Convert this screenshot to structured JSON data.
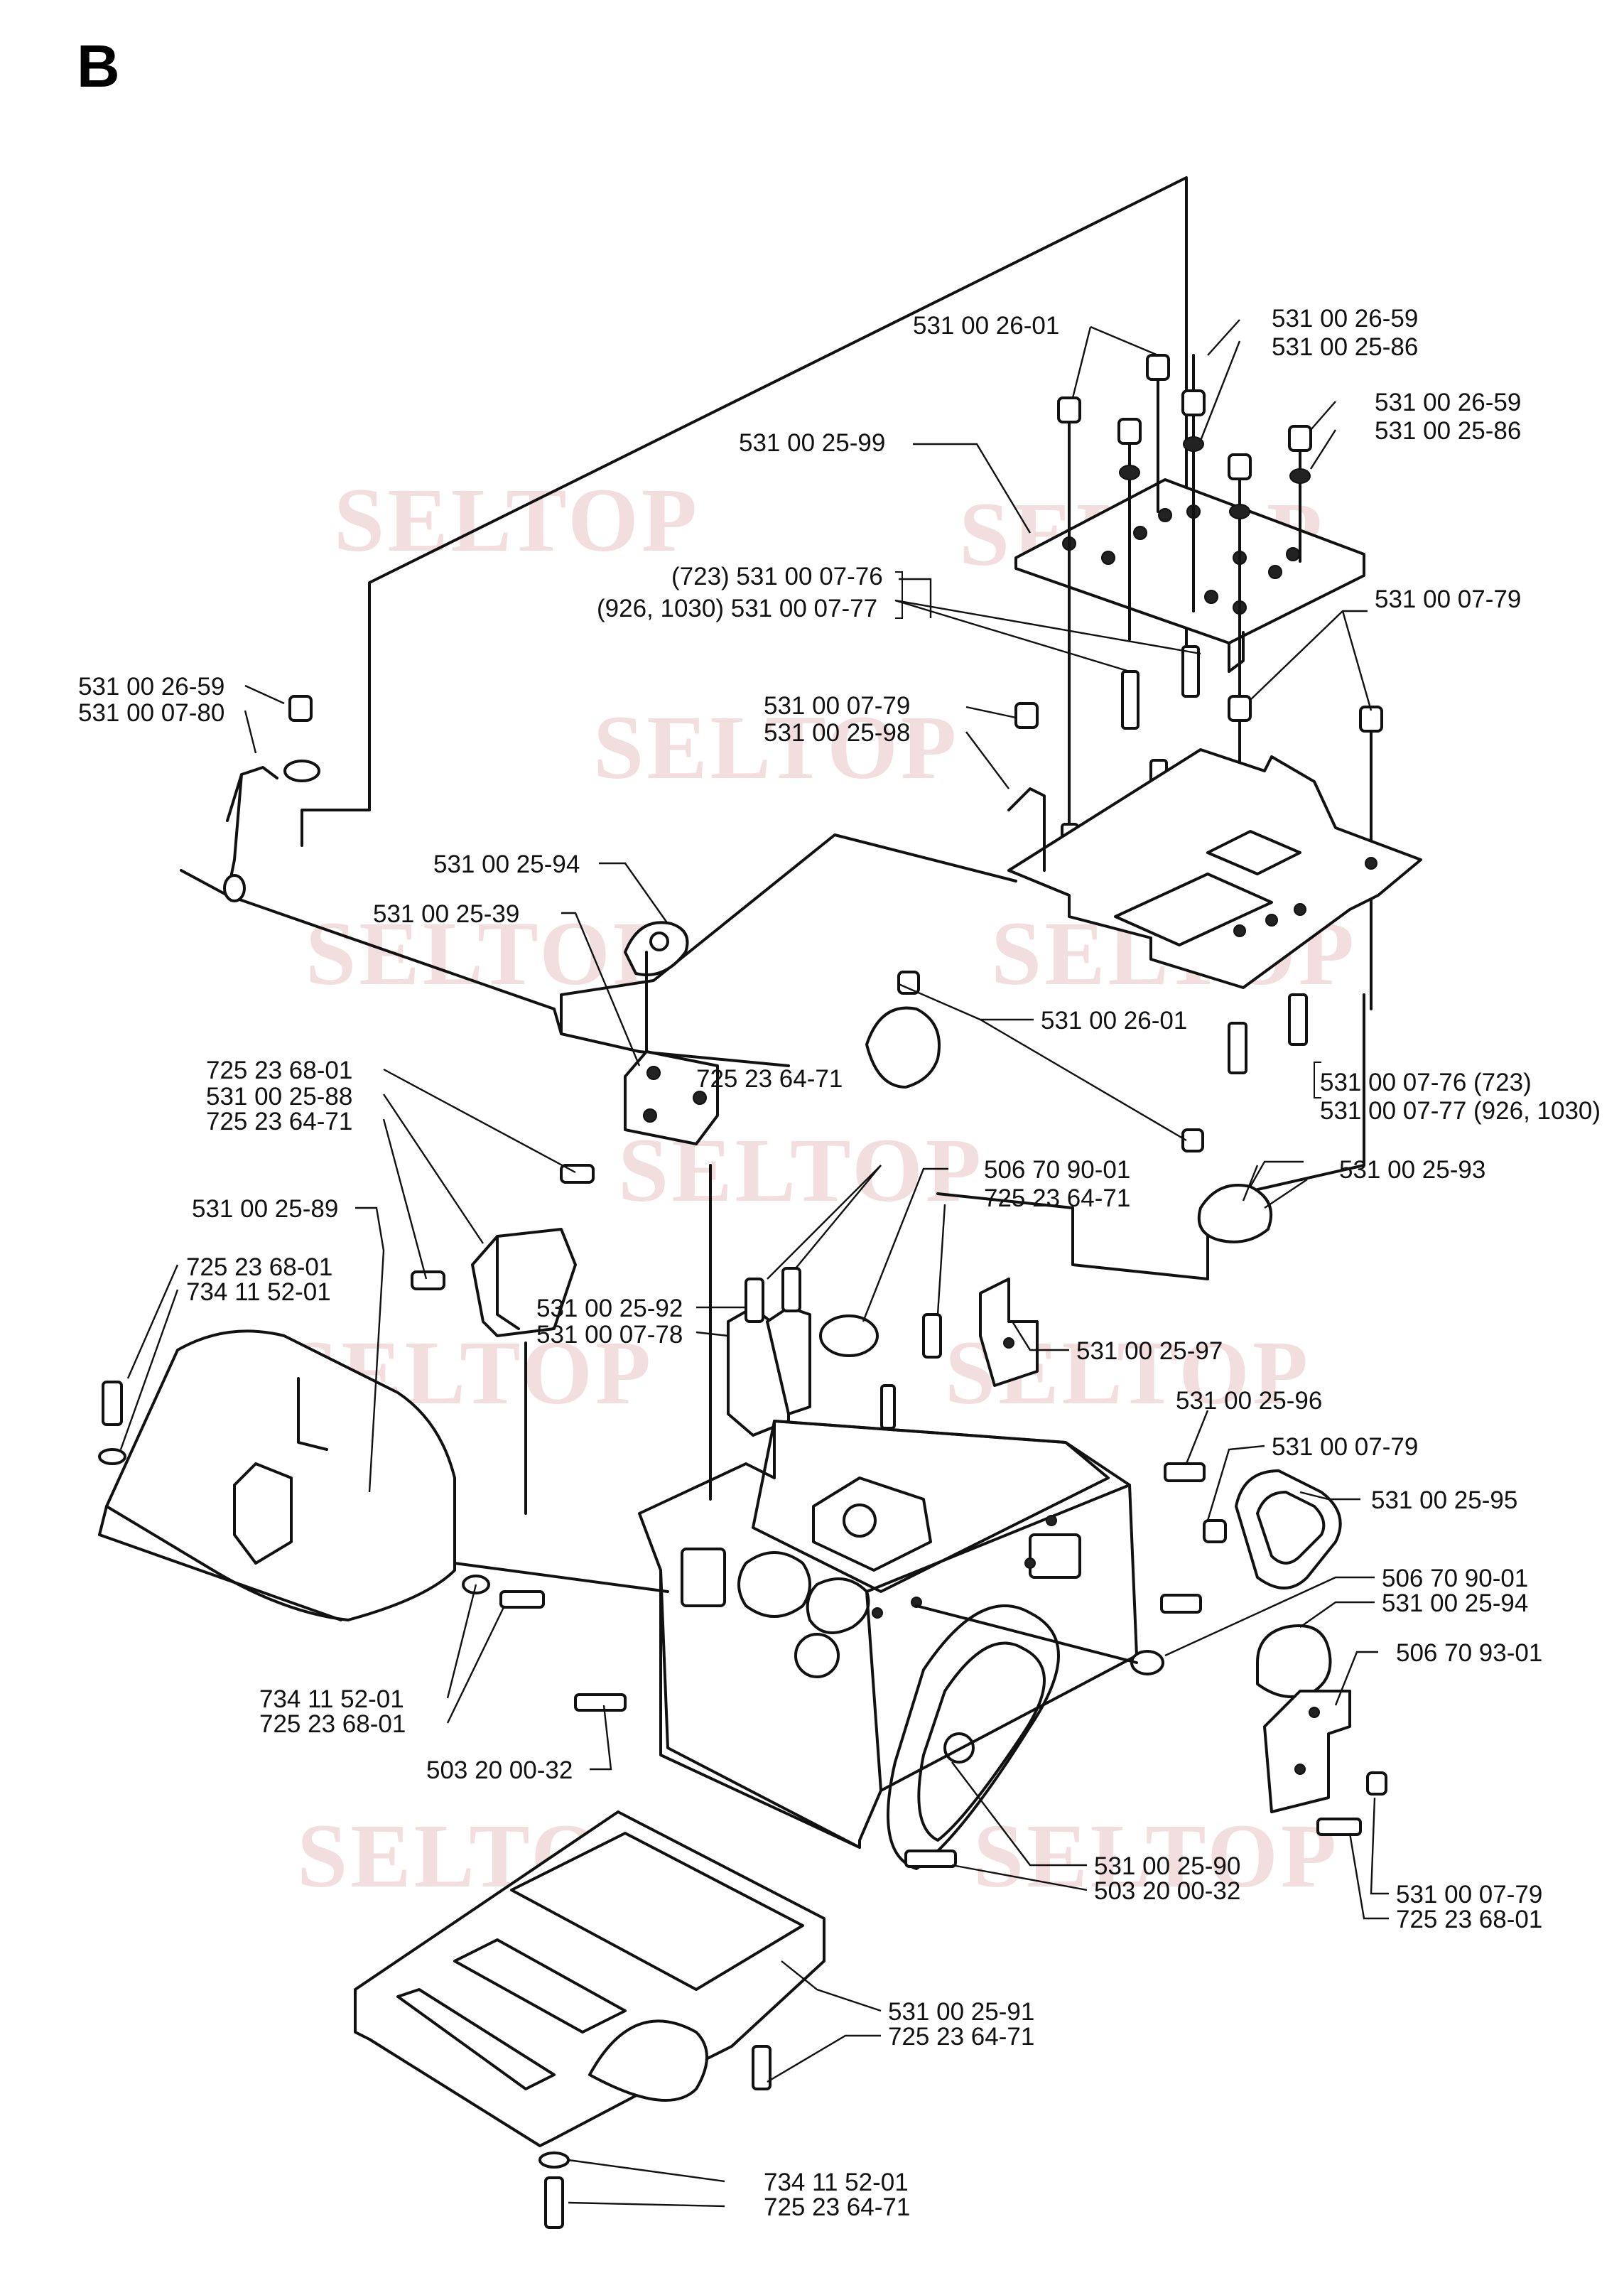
{
  "section_letter": "B",
  "watermark": "SELTOP",
  "labels": {
    "l01": "531 00 26-01",
    "l02": "531 00 26-59",
    "l03": "531 00 25-86",
    "l04": "531 00 26-59",
    "l05": "531 00 25-86",
    "l06": "531 00 25-99",
    "l07": "(723) 531 00 07-76",
    "l08": "(926, 1030) 531 00 07-77",
    "l09": "531 00 07-79",
    "l10": "531 00 26-59",
    "l11": "531 00 07-80",
    "l12": "531 00 07-79",
    "l13": "531 00 25-98",
    "l14": "531 00 25-94",
    "l15": "531 00 25-39",
    "l16": "531 00 26-01",
    "l17": "725 23 68-01",
    "l18": "531 00 25-88",
    "l19": "725 23 64-71",
    "l20": "725 23 64-71",
    "l21": "531 00 07-76 (723)",
    "l22": "531 00 07-77 (926, 1030)",
    "l23": "531 00 25-93",
    "l24": "531 00 25-89",
    "l25": "506 70 90-01",
    "l26": "725 23 64-71",
    "l27": "725 23 68-01",
    "l28": "734 11 52-01",
    "l29": "531 00 25-92",
    "l30": "531 00 07-78",
    "l31": "531 00 25-97",
    "l32": "531 00 25-96",
    "l33": "531 00 07-79",
    "l34": "531 00 25-95",
    "l35": "506 70 90-01",
    "l36": "531 00 25-94",
    "l37": "506 70 93-01",
    "l38": "734 11 52-01",
    "l39": "725 23 68-01",
    "l40": "503 20 00-32",
    "l41": "531 00 25-90",
    "l42": "503 20 00-32",
    "l43": "531 00 07-79",
    "l44": "725 23 68-01",
    "l45": "531 00 25-91",
    "l46": "725 23 64-71",
    "l47": "734 11 52-01",
    "l48": "725 23 64-71"
  }
}
